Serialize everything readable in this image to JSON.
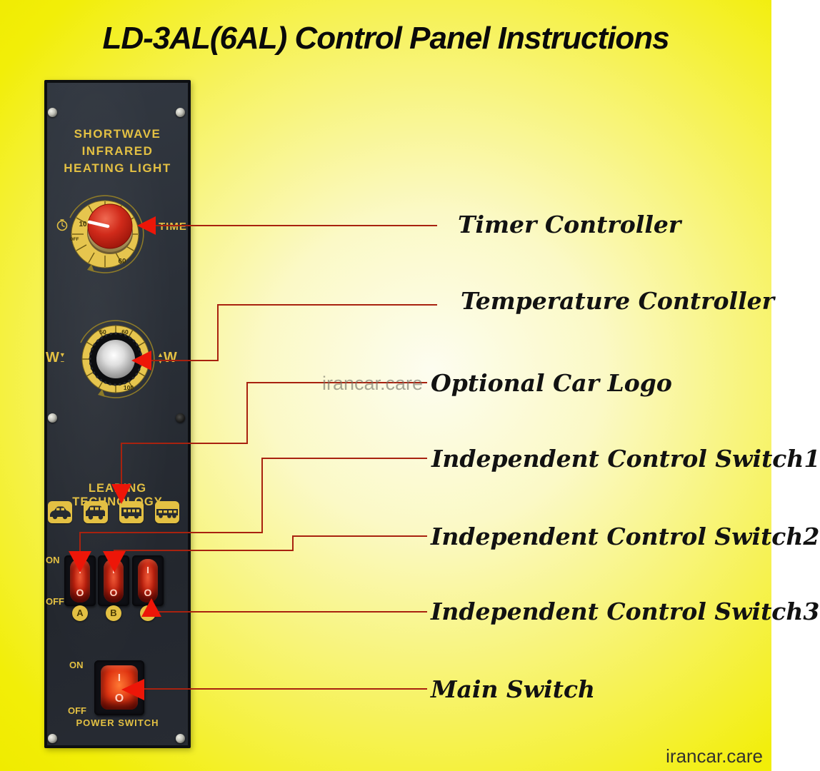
{
  "title": "LD-3AL(6AL) Control Panel Instructions",
  "watermark": {
    "center": "irancar.care",
    "corner": "irancar.care"
  },
  "panel": {
    "header_line1": "SHORTWAVE INFRARED",
    "header_line2": "HEATING LIGHT",
    "leading_technology": "LEADING TECHNOLOGY",
    "timer": {
      "label": "TIME",
      "ticks": [
        "10",
        "OFF",
        "60"
      ]
    },
    "temperature": {
      "left_label": "W",
      "right_label": "W",
      "ticks": [
        "50",
        "60",
        "100"
      ]
    },
    "switch_row": {
      "on": "ON",
      "off": "OFF",
      "letters": [
        "A",
        "B",
        "C"
      ]
    },
    "main_switch": {
      "on": "ON",
      "off": "OFF",
      "caption": "POWER SWITCH"
    },
    "rocker": {
      "on_mark": "I",
      "off_mark": "O"
    },
    "car_icons": [
      "sedan",
      "wagon",
      "bus",
      "coach"
    ]
  },
  "annotations": [
    {
      "label": "Timer Controller"
    },
    {
      "label": "Temperature Controller"
    },
    {
      "label": "Optional Car Logo"
    },
    {
      "label": "Independent Control Switch1"
    },
    {
      "label": "Independent Control Switch2"
    },
    {
      "label": "Independent Control Switch3"
    },
    {
      "label": "Main Switch"
    }
  ],
  "colors": {
    "background_yellow": "#f2ee08",
    "panel_surface": "#2a2f37",
    "panel_gold": "#e3c043",
    "connector_line": "#a8220f",
    "arrow_red": "#ed1608",
    "knob_red": "#c72410"
  }
}
